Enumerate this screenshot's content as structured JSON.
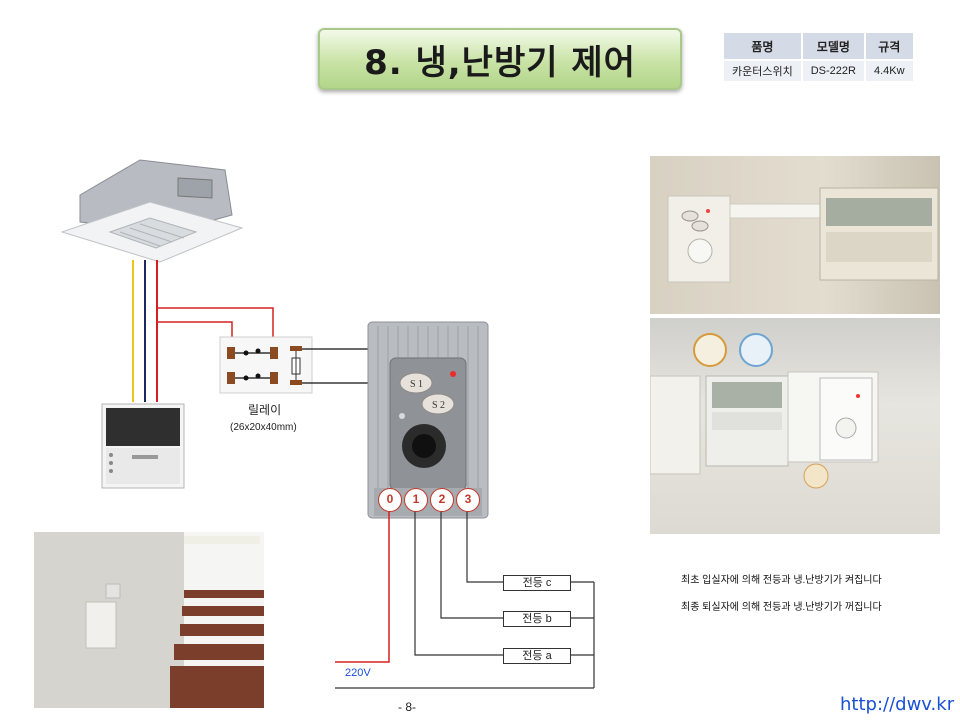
{
  "title": "8. 냉,난방기 제어",
  "spec_table": {
    "headers": [
      "품명",
      "모델명",
      "규격"
    ],
    "row": [
      "카운터스위치",
      "DS-222R",
      "4.4Kw"
    ]
  },
  "relay": {
    "label": "릴레이",
    "dimensions": "(26x20x40mm)"
  },
  "switch": {
    "buttons": [
      "S 1",
      "S 2"
    ],
    "terminals": [
      "0",
      "1",
      "2",
      "3"
    ]
  },
  "lamps": [
    "전등 c",
    "전등 b",
    "전등 a"
  ],
  "voltage": "220V",
  "notes": [
    "최초 입실자에 의해 전등과 냉.난방기가 켜집니다",
    "최종 퇴실자에 의해 전등과 냉.난방기가 꺼집니다"
  ],
  "page_number": "- 8-",
  "footer_url": "http://dwv.kr",
  "colors": {
    "title_green": "#c9e3a6",
    "wire_red": "#d62020",
    "url_blue": "#1a4fd6"
  }
}
